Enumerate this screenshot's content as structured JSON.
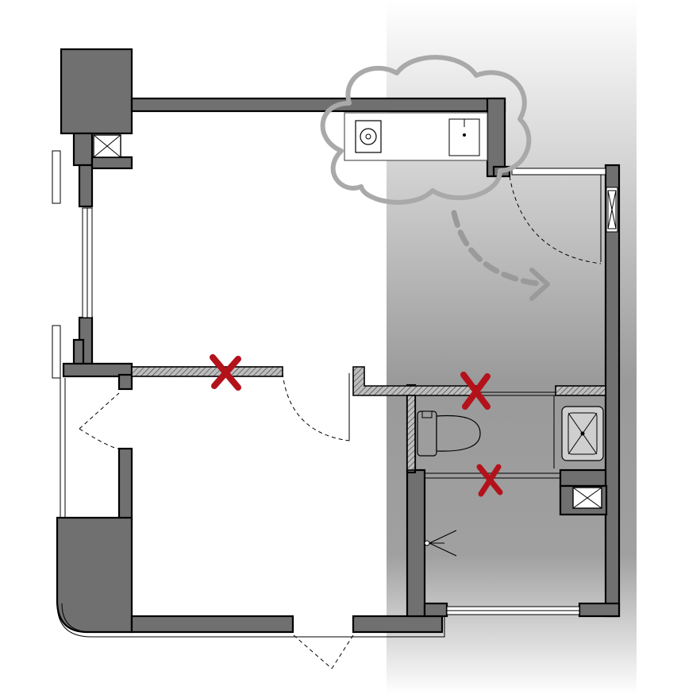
{
  "plan": {
    "colors": {
      "wall": "#707070",
      "shade_start": "#ffffff",
      "shade_end": "#9a9a9a",
      "cloud": "#a9a9a9",
      "removal_mark": "#b3121b"
    },
    "annotations": {
      "relocation_arrow": "dashed-arrow",
      "removal_marks": [
        {
          "name": "remove-partition-living-mark",
          "icon": "x-mark"
        },
        {
          "name": "remove-partition-bath-upper-mark",
          "icon": "x-mark"
        },
        {
          "name": "remove-partition-bath-lower-mark",
          "icon": "x-mark"
        }
      ]
    },
    "fixtures": [
      "stove-icon",
      "sink-icon",
      "toilet-icon",
      "shower-tray-icon",
      "shower-head-icon",
      "ventilation-shaft-icon"
    ]
  }
}
